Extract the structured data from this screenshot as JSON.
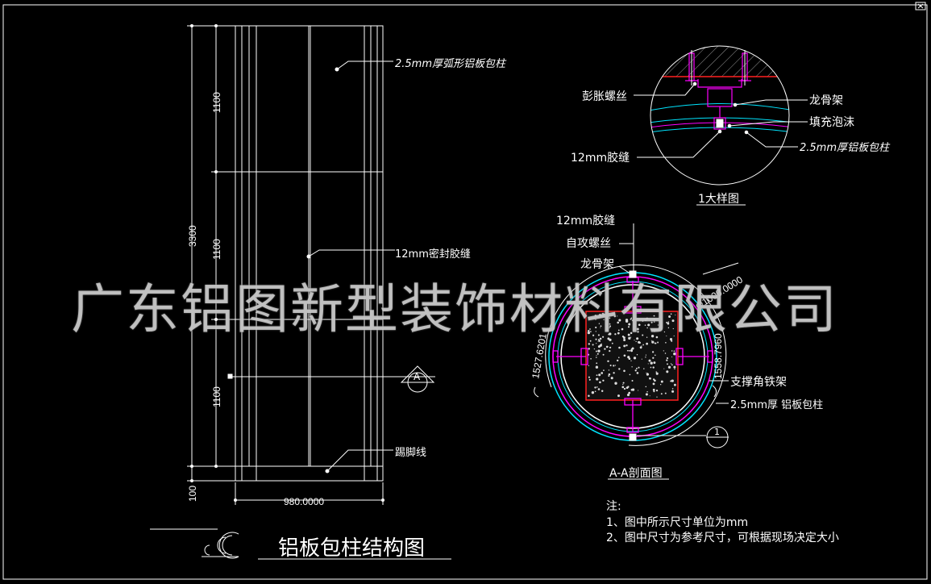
{
  "elevation": {
    "callout_top": "2.5mm厚弧形铝板包柱",
    "callout_mid": "12mm密封胶缝",
    "callout_base": "踢脚线",
    "dim_total": "3300",
    "dim_seg1": "1100",
    "dim_seg2": "1100",
    "dim_seg3": "1100",
    "dim_base": "100",
    "dim_width": "980.0000",
    "section_mark": "A"
  },
  "detail1": {
    "label_bolt": "彭胀螺丝",
    "label_keel": "龙骨架",
    "label_foam": "填充泡沫",
    "label_joint": "12mm胶缝",
    "label_panel": "2.5mm厚铝板包柱",
    "title": "1大样图"
  },
  "section": {
    "label_joint": "12mm胶缝",
    "label_screw": "自攻螺丝",
    "label_keel": "龙骨架",
    "label_bracket": "支撑角铁架",
    "label_panel": "2.5mm厚 铝板包柱",
    "dim_diameter": "Φ1000.0000",
    "dim_left": "1527.6201",
    "dim_right": "1558.7960",
    "detail_ref": "1",
    "title": "A-A剖面图"
  },
  "notes": {
    "heading": "注:",
    "line1": "1、图中所示尺寸单位为mm",
    "line2": "2、图中尺寸为参考尺寸，可根据现场决定大小"
  },
  "drawing_title": "铝板包柱结构图",
  "watermark": "广东铝图新型装饰材料有限公司",
  "colors": {
    "background": "#000000",
    "line": "#ffffff",
    "cyan": "#00e5ff",
    "magenta": "#ff00ff",
    "red": "#ff2020"
  }
}
